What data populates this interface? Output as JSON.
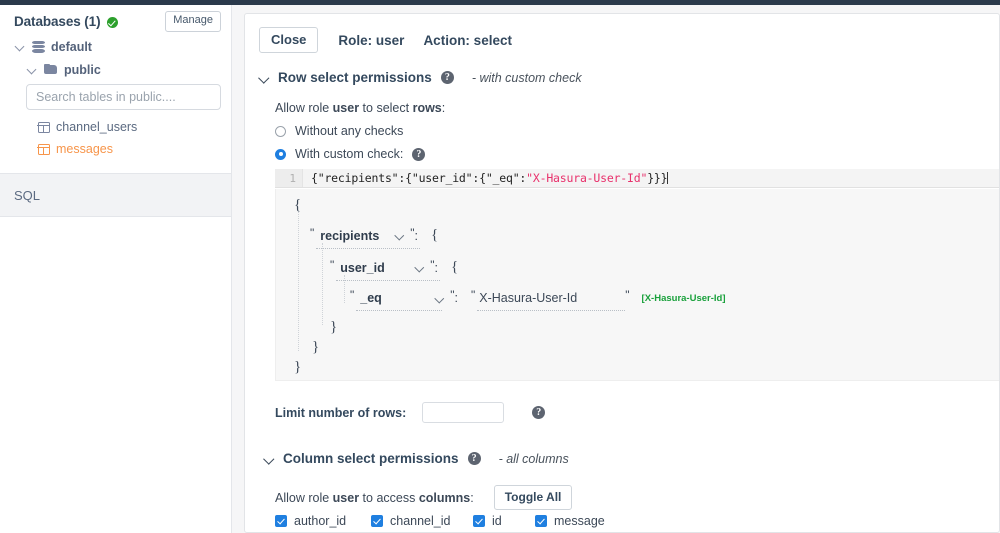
{
  "sidebar": {
    "databases_title": "Databases (1)",
    "status_icon": "green-check-icon",
    "manage_label": "Manage",
    "tree": [
      {
        "label": "default",
        "icon": "database-icon",
        "level": 1
      },
      {
        "label": "public",
        "icon": "folder-icon",
        "level": 2
      }
    ],
    "search": {
      "placeholder": "Search tables in public....",
      "value": ""
    },
    "tables": [
      {
        "label": "channel_users",
        "icon": "table-icon",
        "active": false
      },
      {
        "label": "messages",
        "icon": "table-icon",
        "active": true
      }
    ],
    "sql_label": "SQL"
  },
  "toolbar": {
    "close_label": "Close",
    "role_label": "Role: user",
    "action_label": "Action: select"
  },
  "row_section": {
    "title": "Row select permissions",
    "help_icon": "help-icon",
    "note": "- with custom check",
    "allow_prefix": "Allow role ",
    "allow_role": "user",
    "allow_mid": " to select ",
    "allow_target": "rows",
    "allow_suffix": ":",
    "options": [
      {
        "label": "Without any checks",
        "checked": false
      },
      {
        "label": "With custom check:",
        "checked": true
      }
    ]
  },
  "code_editor": {
    "line_number": "1",
    "code_prefix": "{\"recipients\":{\"user_id\":{\"_eq\":",
    "code_string": "\"X-Hasura-User-Id\"",
    "code_suffix": "}}}"
  },
  "json_tree": {
    "open_brace": "{",
    "close_brace": "}",
    "quote": "\"",
    "colon": ":",
    "nodes": [
      {
        "key": "recipients",
        "value": null,
        "dropdown": "chevron-down-icon"
      },
      {
        "key": "user_id",
        "value": null,
        "dropdown": "chevron-down-icon"
      },
      {
        "key": "_eq",
        "value": "X-Hasura-User-Id",
        "dropdown": "chevron-down-icon",
        "suggestion": "[X-Hasura-User-Id]"
      }
    ]
  },
  "limit": {
    "label": "Limit number of rows:",
    "value": "",
    "help_icon": "help-icon"
  },
  "column_section": {
    "title": "Column select permissions",
    "help_icon": "help-icon",
    "note": "- all columns",
    "allow_prefix": "Allow role ",
    "allow_role": "user",
    "allow_mid": " to access ",
    "allow_target": "columns",
    "allow_suffix": ":",
    "toggle_all_label": "Toggle All",
    "columns": [
      {
        "label": "author_id",
        "checked": true
      },
      {
        "label": "channel_id",
        "checked": true
      },
      {
        "label": "id",
        "checked": true
      },
      {
        "label": "message",
        "checked": true
      }
    ]
  },
  "colors": {
    "accent_blue": "#1f7fe0",
    "active_orange": "#f7954a",
    "status_green": "#2ca02c",
    "string_pink": "#e8316c",
    "suggest_green": "#1aa13c"
  }
}
